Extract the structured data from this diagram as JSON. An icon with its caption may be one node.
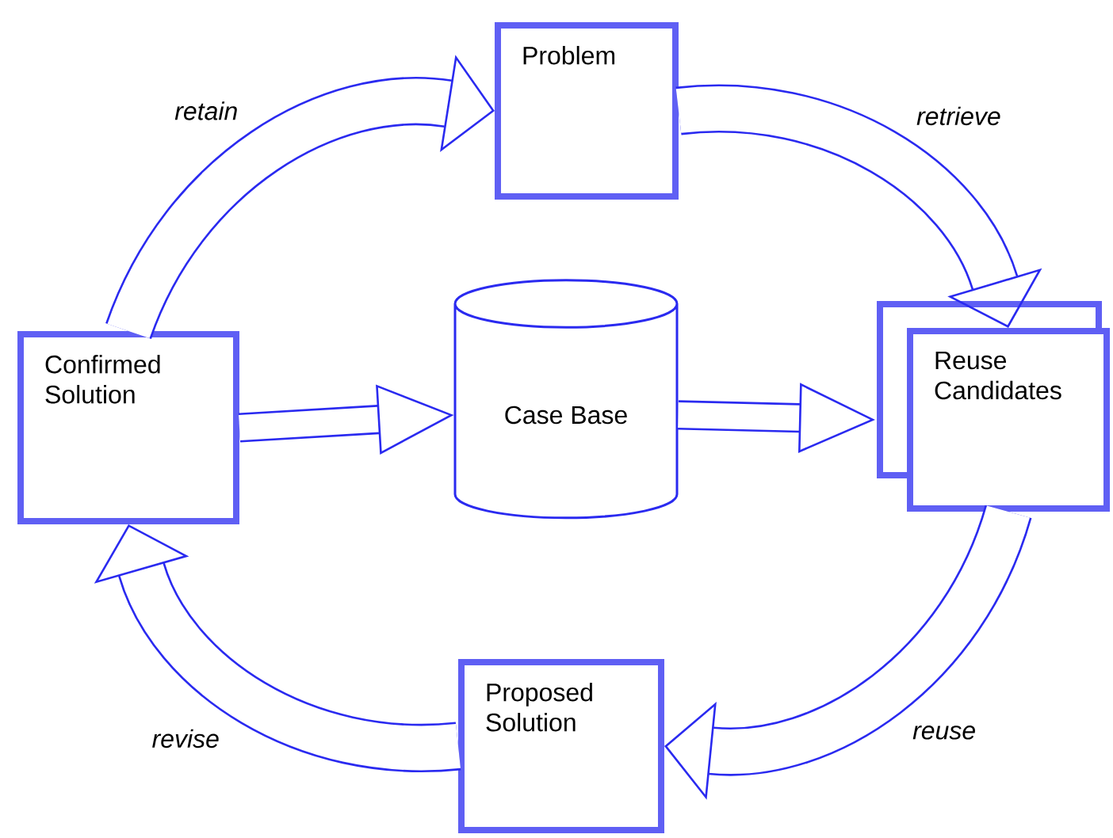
{
  "diagram": {
    "nodes": [
      {
        "text": [
          "Problem"
        ]
      },
      {
        "text": [
          "Confirmed Solution"
        ]
      },
      {
        "text": [
          "Case Base"
        ]
      },
      {
        "text": [
          "Reuse Candidates"
        ]
      },
      {
        "text": [
          "Proposed Solution"
        ]
      }
    ],
    "edges": [
      {
        "from": 0,
        "to": 3,
        "arrow": "to",
        "label": "retrieve"
      },
      {
        "from": 3,
        "to": 4,
        "arrow": "to",
        "label": "reuse"
      },
      {
        "from": 4,
        "to": 1,
        "arrow": "to",
        "label": "revise"
      },
      {
        "from": 1,
        "to": 0,
        "arrow": "to",
        "label": "retain"
      },
      {
        "from": 1,
        "to": 2,
        "arrow": "to"
      },
      {
        "from": 2,
        "to": 3,
        "arrow": "to"
      }
    ]
  }
}
